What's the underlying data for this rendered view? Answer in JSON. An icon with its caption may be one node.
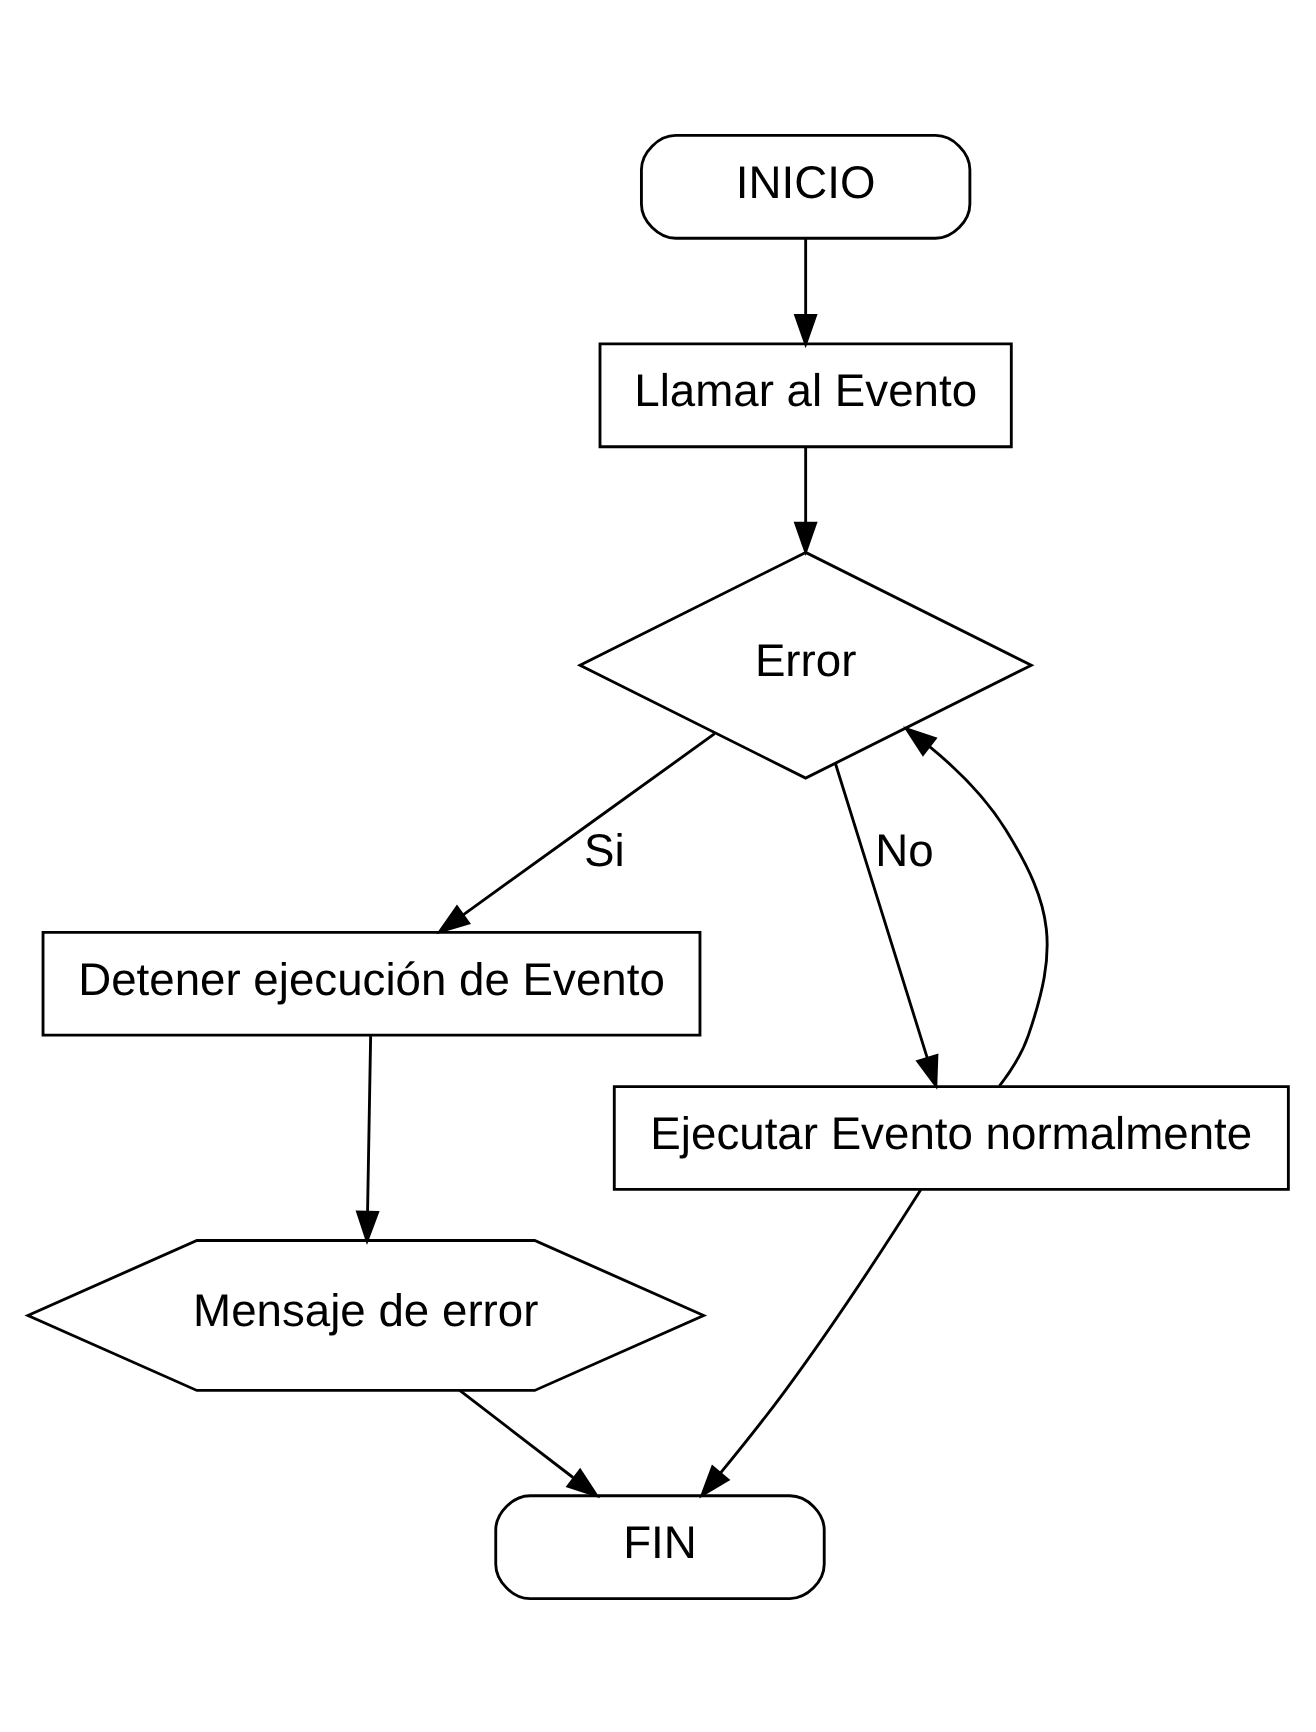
{
  "diagram": {
    "nodes": [
      {
        "text": [
          "INICIO"
        ]
      },
      {
        "text": [
          "Llamar al Evento"
        ]
      },
      {
        "text": [
          "Error"
        ]
      },
      {
        "text": [
          "Detener ejecución de Evento"
        ]
      },
      {
        "text": [
          "Ejecutar Evento normalmente"
        ]
      },
      {
        "text": [
          "Mensaje de error"
        ]
      },
      {
        "text": [
          "FIN"
        ]
      }
    ],
    "edges": [
      {
        "from": 0,
        "to": 1,
        "arrow": "to"
      },
      {
        "from": 1,
        "to": 2,
        "arrow": "to"
      },
      {
        "from": 2,
        "to": 3,
        "arrow": "to",
        "label": "Si"
      },
      {
        "from": 2,
        "to": 4,
        "arrow": "to",
        "label": "No"
      },
      {
        "from": 4,
        "to": 2,
        "arrow": "to"
      },
      {
        "from": 3,
        "to": 5,
        "arrow": "to"
      },
      {
        "from": 4,
        "to": 6,
        "arrow": "to"
      },
      {
        "from": 5,
        "to": 6,
        "arrow": "to"
      }
    ]
  }
}
